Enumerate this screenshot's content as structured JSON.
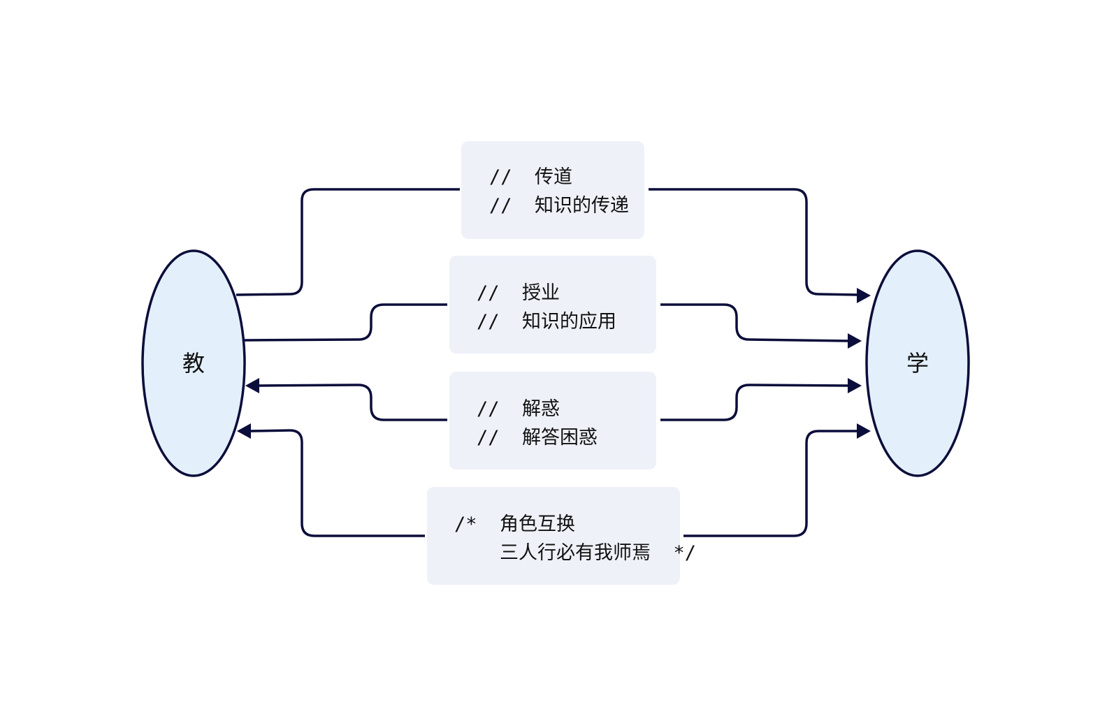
{
  "nodes": {
    "teach": "教",
    "learn": "学"
  },
  "labels": [
    {
      "id": "chuandao",
      "lines": [
        "//  传道",
        "//  知识的传递"
      ]
    },
    {
      "id": "shouye",
      "lines": [
        "//  授业",
        "//  知识的应用"
      ]
    },
    {
      "id": "jiehuo",
      "lines": [
        "//  解惑",
        "//  解答困惑"
      ]
    },
    {
      "id": "jiaose",
      "lines": [
        "/*  角色互换",
        "    三人行必有我师焉  */"
      ]
    }
  ],
  "colors": {
    "node_fill": "#e3f0fc",
    "box_fill": "#eef1f8",
    "stroke": "#0b0d3a"
  }
}
